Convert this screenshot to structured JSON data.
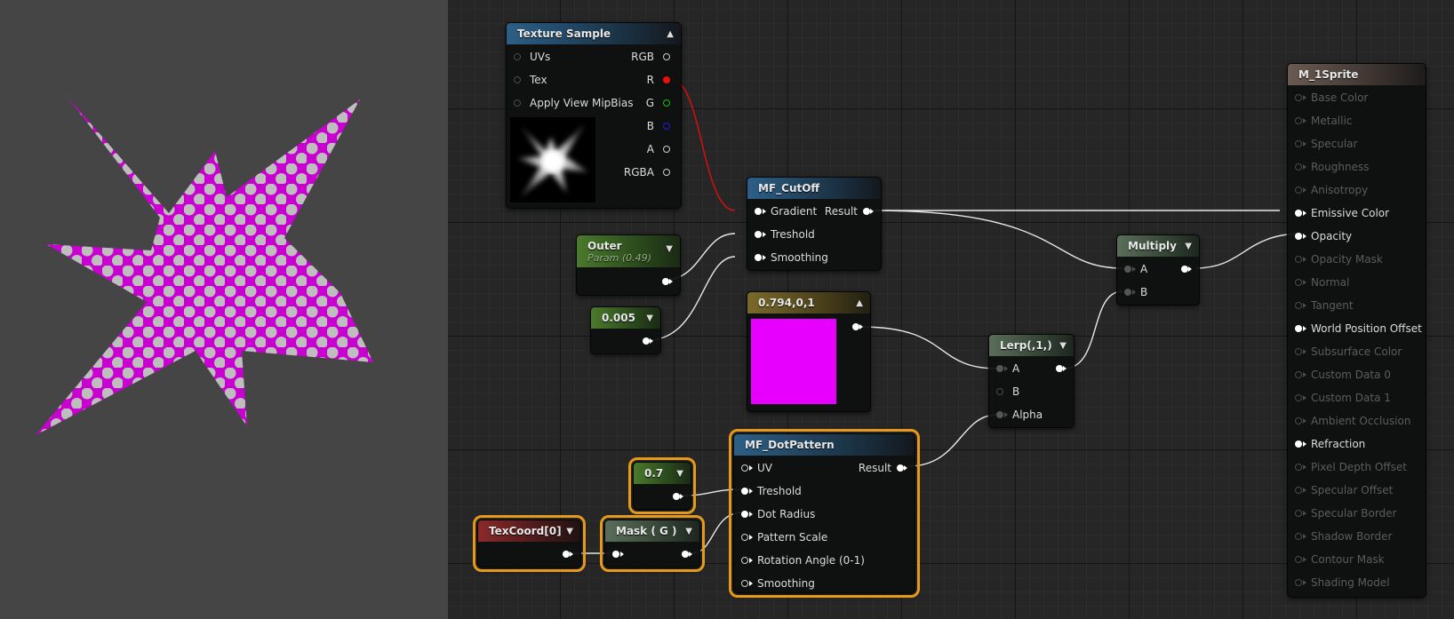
{
  "colors": {
    "swatch": "#E800FF",
    "selection": "#E69A1C",
    "wire_red": "#CC1111",
    "wire_white": "#E8E8E8",
    "preview_shape": "#C800D0",
    "preview_dot": "#BEBEBE"
  },
  "nodes": {
    "texture_sample": {
      "title": "Texture Sample",
      "inputs": [
        "UVs",
        "Tex",
        "Apply View MipBias"
      ],
      "outputs": [
        "RGB",
        "R",
        "G",
        "B",
        "A",
        "RGBA"
      ]
    },
    "mf_cutoff": {
      "title": "MF_CutOff",
      "inputs": [
        "Gradient",
        "Treshold",
        "Smoothing"
      ],
      "output": "Result"
    },
    "outer": {
      "title": "Outer",
      "subtitle": "Param (0.49)"
    },
    "const_005": {
      "title": "0.005"
    },
    "color_const": {
      "title": "0.794,0,1"
    },
    "lerp": {
      "title": "Lerp(,1,)",
      "inputs": [
        "A",
        "B",
        "Alpha"
      ]
    },
    "multiply": {
      "title": "Multiply",
      "inputs": [
        "A",
        "B"
      ]
    },
    "mf_dotpattern": {
      "title": "MF_DotPattern",
      "inputs": [
        "UV",
        "Treshold",
        "Dot Radius",
        "Pattern Scale",
        "Rotation Angle (0-1)",
        "Smoothing"
      ],
      "output": "Result"
    },
    "const_07": {
      "title": "0.7"
    },
    "texcoord": {
      "title": "TexCoord[0]"
    },
    "mask": {
      "title": "Mask ( G )"
    },
    "material": {
      "title": "M_1Sprite",
      "inputs": [
        {
          "label": "Base Color",
          "active": false
        },
        {
          "label": "Metallic",
          "active": false
        },
        {
          "label": "Specular",
          "active": false
        },
        {
          "label": "Roughness",
          "active": false
        },
        {
          "label": "Anisotropy",
          "active": false
        },
        {
          "label": "Emissive Color",
          "active": true
        },
        {
          "label": "Opacity",
          "active": true
        },
        {
          "label": "Opacity Mask",
          "active": false
        },
        {
          "label": "Normal",
          "active": false
        },
        {
          "label": "Tangent",
          "active": false
        },
        {
          "label": "World Position Offset",
          "active": true
        },
        {
          "label": "Subsurface Color",
          "active": false
        },
        {
          "label": "Custom Data 0",
          "active": false
        },
        {
          "label": "Custom Data 1",
          "active": false
        },
        {
          "label": "Ambient Occlusion",
          "active": false
        },
        {
          "label": "Refraction",
          "active": true
        },
        {
          "label": "Pixel Depth Offset",
          "active": false
        },
        {
          "label": "Specular Offset",
          "active": false
        },
        {
          "label": "Specular Border",
          "active": false
        },
        {
          "label": "Shadow Border",
          "active": false
        },
        {
          "label": "Contour Mask",
          "active": false
        },
        {
          "label": "Shading Model",
          "active": false
        }
      ]
    }
  }
}
